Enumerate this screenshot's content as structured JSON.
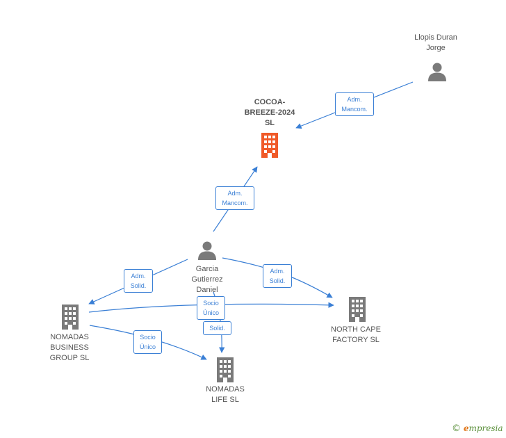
{
  "colors": {
    "edge": "#3a7fd5",
    "icon_gray": "#7a7a7a",
    "icon_highlight": "#f05a28",
    "text": "#555555"
  },
  "nodes": {
    "llopis": {
      "label": "Llopis Duran\nJorge",
      "type": "person"
    },
    "cocoa": {
      "label": "COCOA-\nBREEZE-2024\nSL",
      "type": "company",
      "highlight": true
    },
    "garcia": {
      "label": "Garcia\nGutierrez\nDaniel",
      "type": "person"
    },
    "nomadas_bg": {
      "label": "NOMADAS\nBUSINESS\nGROUP  SL",
      "type": "company"
    },
    "north_cape": {
      "label": "NORTH CAPE\nFACTORY  SL",
      "type": "company"
    },
    "nomadas_life": {
      "label": "NOMADAS\nLIFE  SL",
      "type": "company"
    }
  },
  "edges": {
    "e1": {
      "label": "Adm.\nMancom."
    },
    "e2": {
      "label": "Adm.\nMancom."
    },
    "e3": {
      "label": "Adm.\nSolid."
    },
    "e4": {
      "label": "Adm.\nSolid."
    },
    "e5": {
      "label": "Socio\nÚnico"
    },
    "e6": {
      "label": "Solid."
    },
    "e7": {
      "label": "Socio\nÚnico"
    }
  },
  "brand": {
    "symbol": "©",
    "initial": "e",
    "name": "mpresia"
  }
}
